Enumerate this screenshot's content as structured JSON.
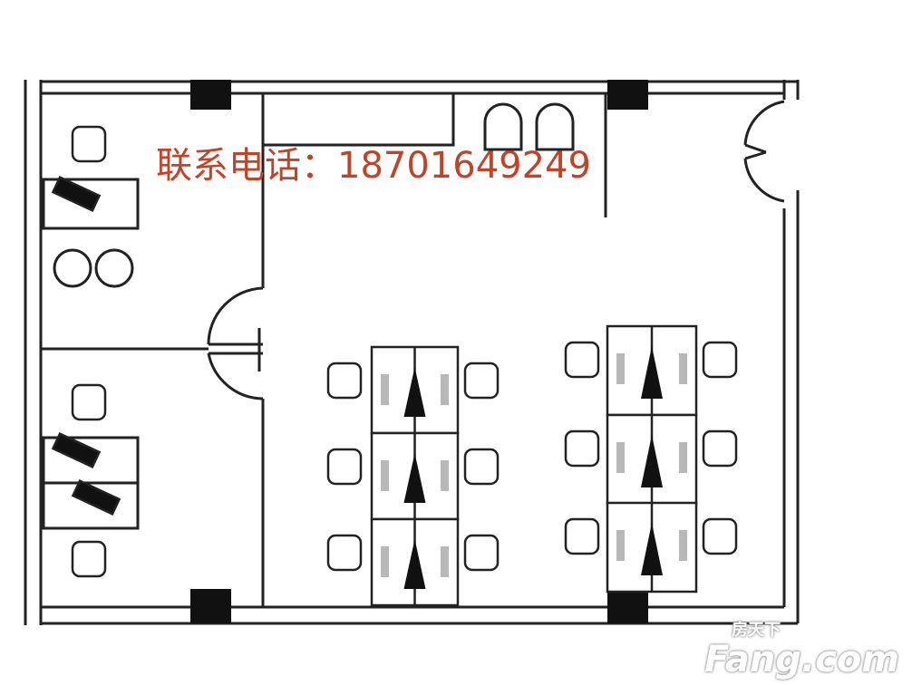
{
  "contact": {
    "label": "联系电话：",
    "phone": "18701649249"
  },
  "watermark": {
    "cn": "房天下",
    "en": "Fang.com"
  },
  "colors": {
    "line": "#222222",
    "column": "#111111",
    "text": "#c0442a",
    "screen": "#b8b8b8"
  }
}
